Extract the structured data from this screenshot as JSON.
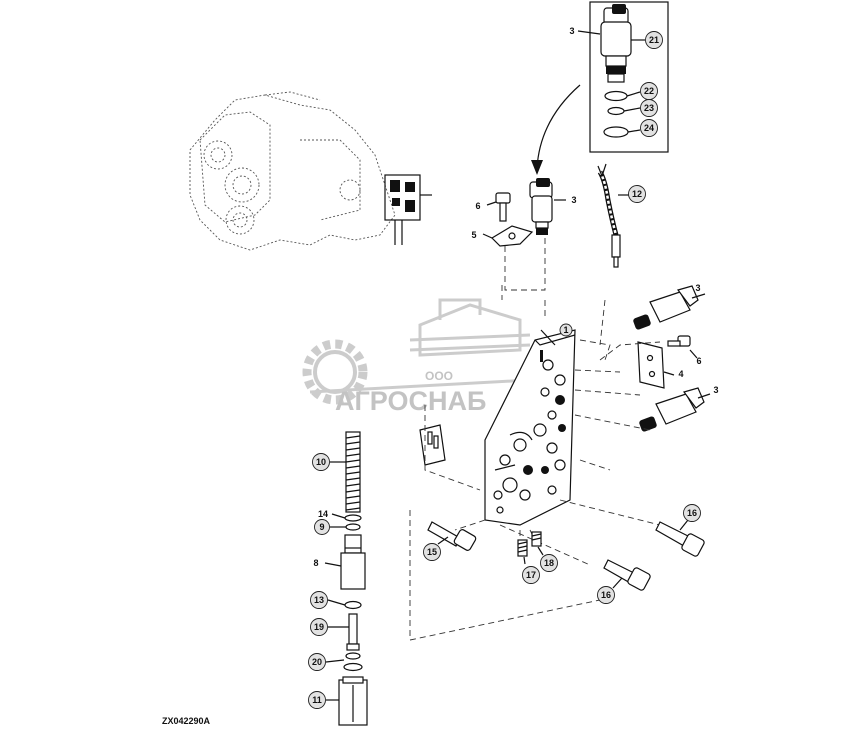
{
  "diagram": {
    "drawing_code": "ZX042290A",
    "watermark": {
      "prefix": "ООО",
      "name": "АГРОСНАБ"
    },
    "callouts": {
      "c3_top": "3",
      "c21": "21",
      "c22": "22",
      "c23": "23",
      "c24": "24",
      "c6_top": "6",
      "c3_mid": "3",
      "c5": "5",
      "c12": "12",
      "c3_right1": "3",
      "c1": "1",
      "c6_right": "6",
      "c4": "4",
      "c3_right2": "3",
      "c10": "10",
      "c14": "14",
      "c9": "9",
      "c8": "8",
      "c13": "13",
      "c19": "19",
      "c20": "20",
      "c11": "11",
      "c15": "15",
      "c17": "17",
      "c18": "18",
      "c16_right": "16",
      "c16_bottom": "16"
    }
  }
}
